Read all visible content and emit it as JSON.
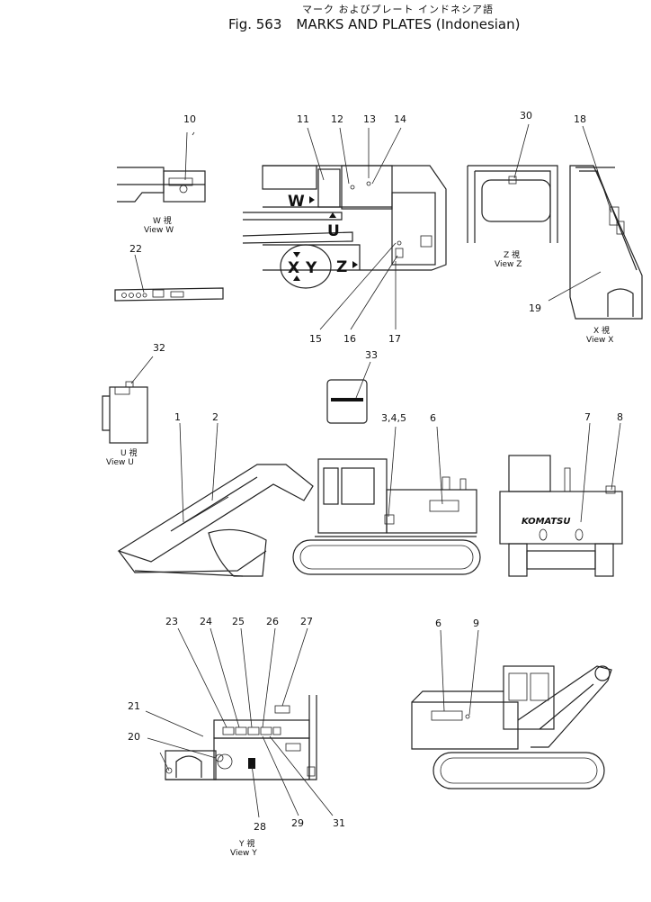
{
  "header": {
    "japanese": "マーク およびプレート インドネシア語",
    "fig": "Fig. 563",
    "title": "MARKS AND PLATES (Indonesian)"
  },
  "callouts": [
    "1",
    "2",
    "3,4,5",
    "6",
    "7",
    "8",
    "9",
    "10",
    "11",
    "12",
    "13",
    "14",
    "15",
    "16",
    "17",
    "18",
    "19",
    "20",
    "21",
    "22",
    "23",
    "24",
    "25",
    "26",
    "27",
    "28",
    "29",
    "30",
    "31",
    "32",
    "33",
    "6"
  ],
  "arrow_labels": {
    "w": "W",
    "u": "U",
    "x": "X",
    "y": "Y",
    "z": "Z"
  },
  "views": {
    "w": {
      "jp": "W 視",
      "en": "View  W"
    },
    "z": {
      "jp": "Z 視",
      "en": "View  Z"
    },
    "x": {
      "jp": "X 視",
      "en": "View  X"
    },
    "u": {
      "jp": "U 視",
      "en": "View  U"
    },
    "y": {
      "jp": "Y 視",
      "en": "View  Y"
    }
  },
  "brand": "KOMATSU"
}
